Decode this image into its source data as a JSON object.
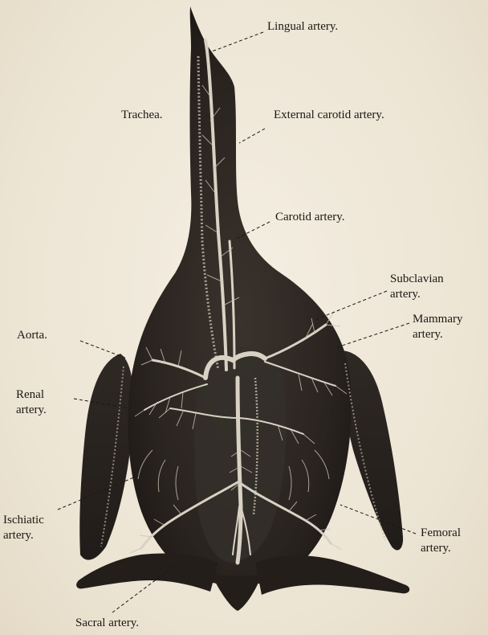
{
  "labels": {
    "lingual": "Lingual artery.",
    "trachea": "Trachea.",
    "external_carotid": "External carotid artery.",
    "carotid": "Carotid artery.",
    "subclavian_1": "Subclavian",
    "subclavian_2": "artery.",
    "mammary_1": "Mammary",
    "mammary_2": "artery.",
    "aorta": "Aorta.",
    "renal_1": "Renal",
    "renal_2": "artery.",
    "ischiatic_1": "Ischiatic",
    "ischiatic_2": "artery.",
    "femoral_1": "Femoral",
    "femoral_2": "artery.",
    "sacral": "Sacral artery."
  },
  "colors": {
    "body": "#2a2420",
    "vessel": "#d9d2c4",
    "paper": "#efe8d9",
    "ink": "#1b1714"
  }
}
